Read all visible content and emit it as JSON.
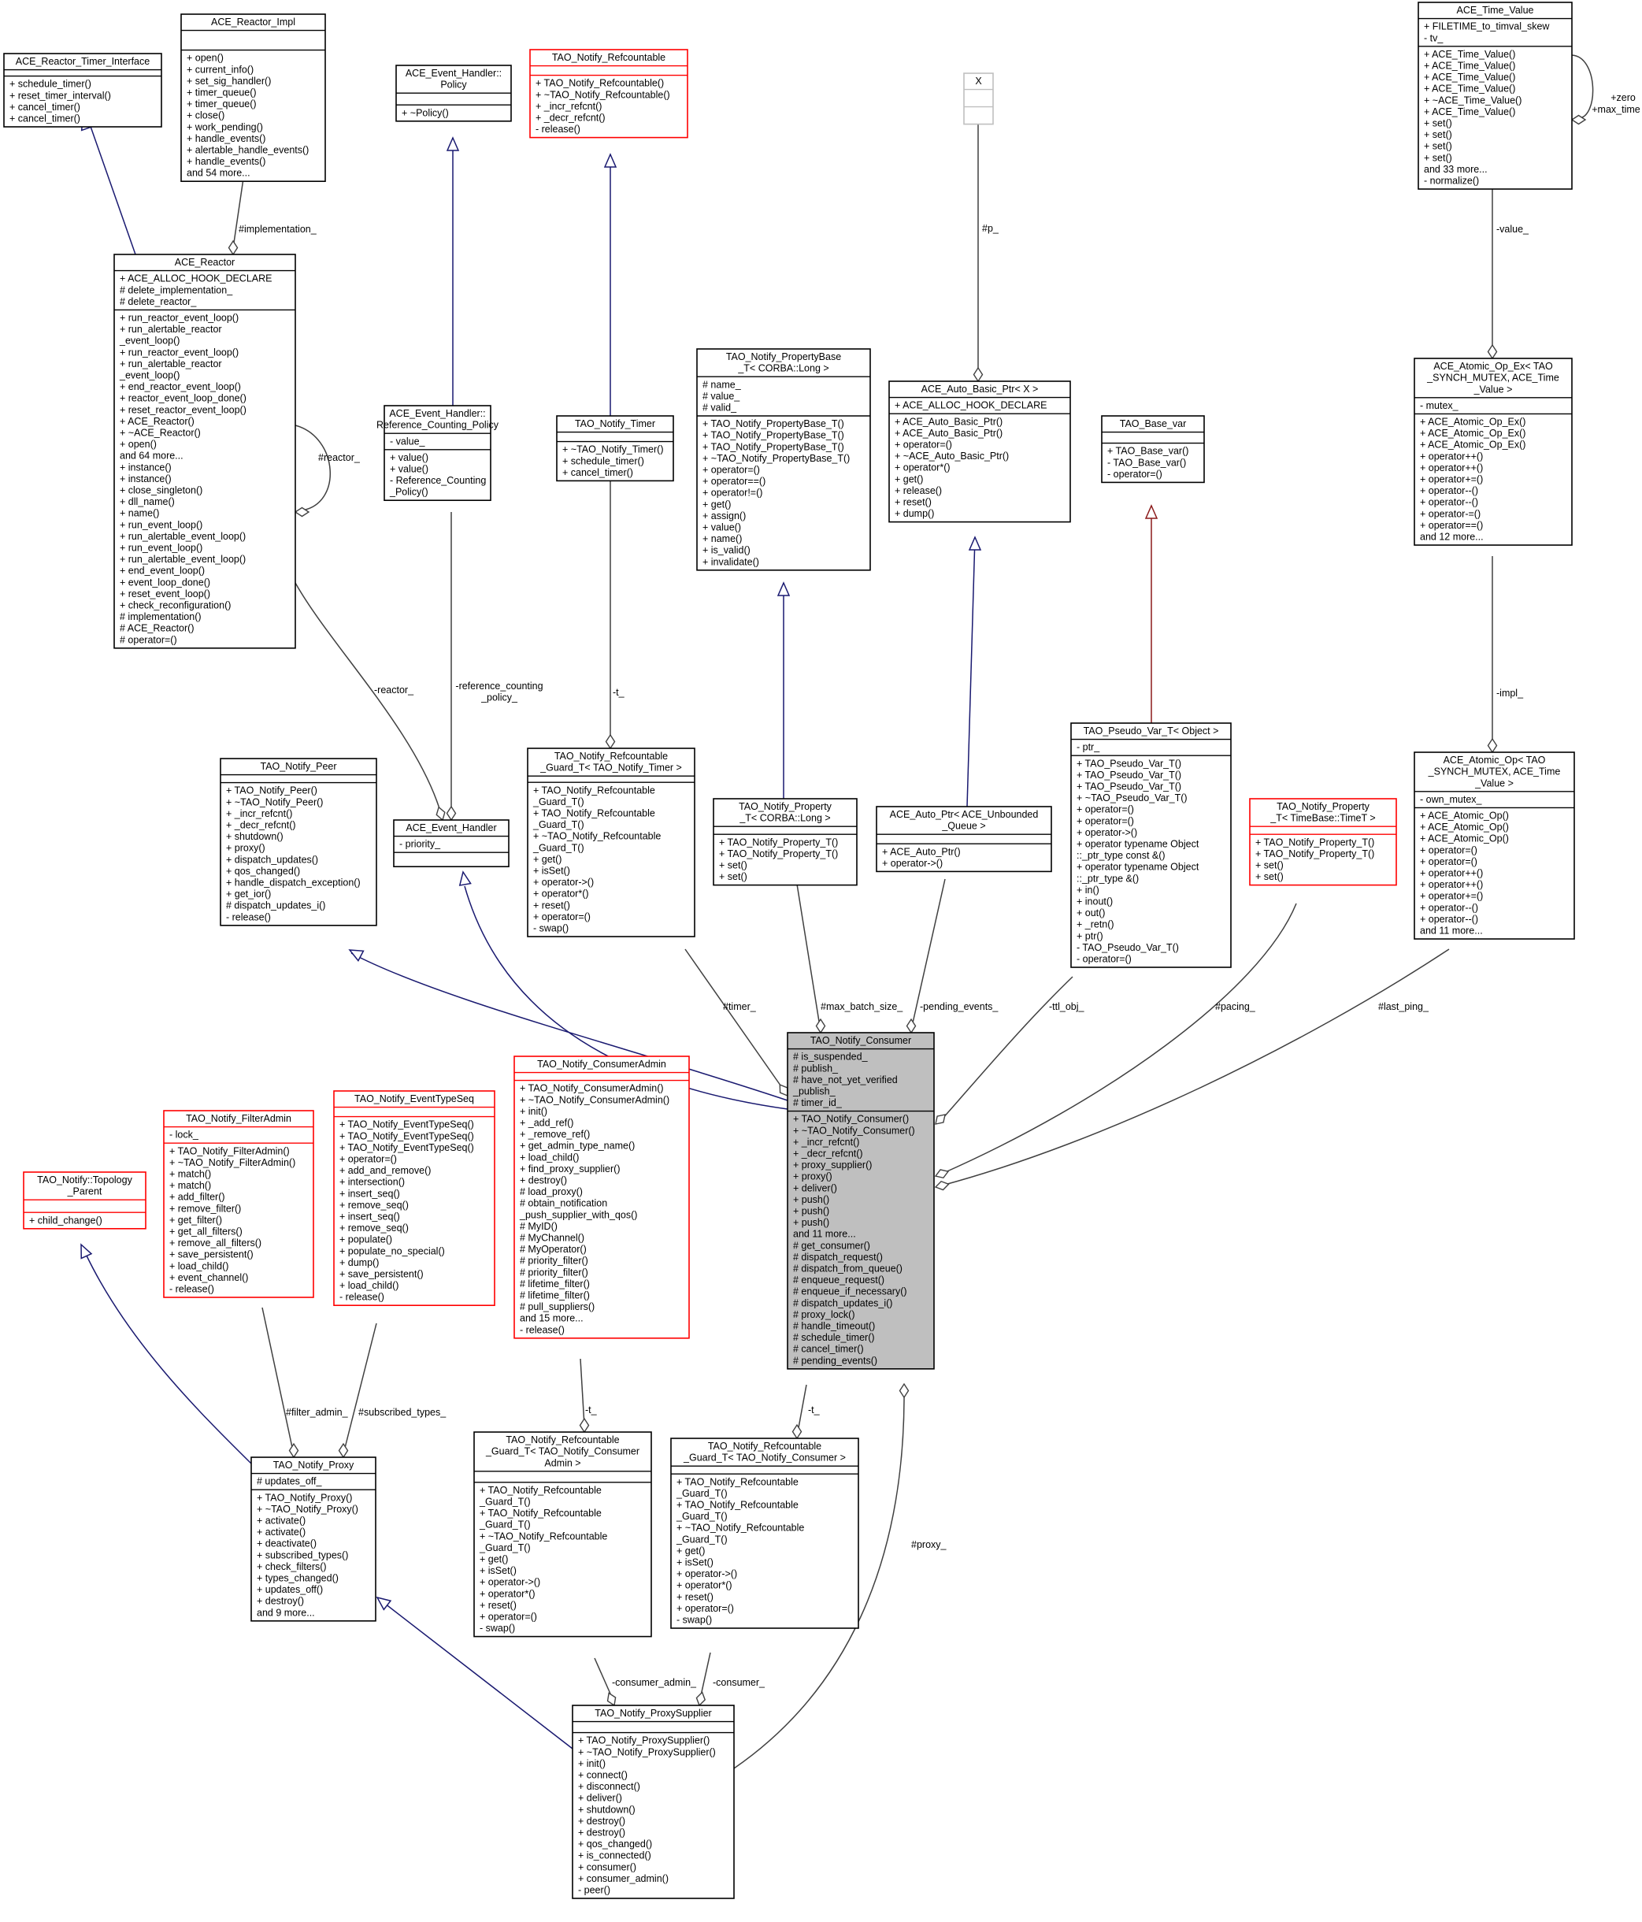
{
  "classes": {
    "reactor_timer_interface": {
      "title": [
        "ACE_Reactor_Timer_Interface"
      ],
      "attrs": [],
      "methods": [
        "+ schedule_timer()",
        "+ reset_timer_interval()",
        "+ cancel_timer()",
        "+ cancel_timer()"
      ]
    },
    "reactor_impl": {
      "title": [
        "ACE_Reactor_Impl"
      ],
      "attrs": [],
      "methods": [
        "+ open()",
        "+ current_info()",
        "+ set_sig_handler()",
        "+ timer_queue()",
        "+ timer_queue()",
        "+ close()",
        "+ work_pending()",
        "+ handle_events()",
        "+ alertable_handle_events()",
        "+ handle_events()",
        "and 54 more..."
      ]
    },
    "ace_reactor": {
      "title": [
        "ACE_Reactor"
      ],
      "attrs": [
        "+ ACE_ALLOC_HOOK_DECLARE",
        "# delete_implementation_",
        "# delete_reactor_"
      ],
      "methods": [
        "+ run_reactor_event_loop()",
        "+ run_alertable_reactor",
        "  _event_loop()",
        "+ run_reactor_event_loop()",
        "+ run_alertable_reactor",
        "  _event_loop()",
        "+ end_reactor_event_loop()",
        "+ reactor_event_loop_done()",
        "+ reset_reactor_event_loop()",
        "+ ACE_Reactor()",
        "+ ~ACE_Reactor()",
        "+ open()",
        "and 64 more...",
        "+ instance()",
        "+ instance()",
        "+ close_singleton()",
        "+ dll_name()",
        "+ name()",
        "+ run_event_loop()",
        "+ run_alertable_event_loop()",
        "+ run_event_loop()",
        "+ run_alertable_event_loop()",
        "+ end_event_loop()",
        "+ event_loop_done()",
        "+ reset_event_loop()",
        "+ check_reconfiguration()",
        "# implementation()",
        "# ACE_Reactor()",
        "# operator=()"
      ]
    },
    "eh_policy": {
      "title": [
        "ACE_Event_Handler::",
        "Policy"
      ],
      "attrs": [],
      "methods": [
        "+ ~Policy()"
      ]
    },
    "eh_refcount_policy": {
      "title": [
        "ACE_Event_Handler::",
        "Reference_Counting_Policy"
      ],
      "attrs": [
        "- value_"
      ],
      "methods": [
        "+ value()",
        "+ value()",
        "- Reference_Counting",
        "  _Policy()"
      ]
    },
    "notify_refcountable": {
      "title": [
        "TAO_Notify_Refcountable"
      ],
      "attrs": [],
      "methods": [
        "+ TAO_Notify_Refcountable()",
        "+ ~TAO_Notify_Refcountable()",
        "+ _incr_refcnt()",
        "+ _decr_refcnt()",
        "- release()"
      ]
    },
    "notify_timer": {
      "title": [
        "TAO_Notify_Timer"
      ],
      "attrs": [],
      "methods": [
        "+ ~TAO_Notify_Timer()",
        "+ schedule_timer()",
        "+ cancel_timer()"
      ]
    },
    "property_base": {
      "title": [
        "TAO_Notify_PropertyBase",
        "_T< CORBA::Long >"
      ],
      "attrs": [
        "# name_",
        "# value_",
        "# valid_"
      ],
      "methods": [
        "+ TAO_Notify_PropertyBase_T()",
        "+ TAO_Notify_PropertyBase_T()",
        "+ TAO_Notify_PropertyBase_T()",
        "+ ~TAO_Notify_PropertyBase_T()",
        "+ operator=()",
        "+ operator==()",
        "+ operator!=()",
        "+ get()",
        "+ assign()",
        "+ value()",
        "+ name()",
        "+ is_valid()",
        "+ invalidate()"
      ]
    },
    "x_param": {
      "title": [
        "X"
      ],
      "attrs": [],
      "methods": []
    },
    "auto_basic_ptr": {
      "title": [
        "ACE_Auto_Basic_Ptr< X >"
      ],
      "attrs": [
        "+ ACE_ALLOC_HOOK_DECLARE"
      ],
      "methods": [
        "+ ACE_Auto_Basic_Ptr()",
        "+ ACE_Auto_Basic_Ptr()",
        "+ operator=()",
        "+ ~ACE_Auto_Basic_Ptr()",
        "+ operator*()",
        "+ get()",
        "+ release()",
        "+ reset()",
        "+ dump()"
      ]
    },
    "base_var": {
      "title": [
        "TAO_Base_var"
      ],
      "attrs": [],
      "methods": [
        "+ TAO_Base_var()",
        "- TAO_Base_var()",
        "- operator=()"
      ]
    },
    "time_value": {
      "title": [
        "ACE_Time_Value"
      ],
      "attrs": [
        "+ FILETIME_to_timval_skew",
        "- tv_"
      ],
      "methods": [
        "+ ACE_Time_Value()",
        "+ ACE_Time_Value()",
        "+ ACE_Time_Value()",
        "+ ACE_Time_Value()",
        "+ ~ACE_Time_Value()",
        "+ ACE_Time_Value()",
        "+ set()",
        "+ set()",
        "+ set()",
        "+ set()",
        "and 33 more...",
        "- normalize()"
      ]
    },
    "atomic_op_ex": {
      "title": [
        "ACE_Atomic_Op_Ex< TAO",
        "_SYNCH_MUTEX, ACE_Time",
        "_Value >"
      ],
      "attrs": [
        "- mutex_"
      ],
      "methods": [
        "+ ACE_Atomic_Op_Ex()",
        "+ ACE_Atomic_Op_Ex()",
        "+ ACE_Atomic_Op_Ex()",
        "+ operator++()",
        "+ operator++()",
        "+ operator+=()",
        "+ operator--()",
        "+ operator--()",
        "+ operator-=()",
        "+ operator==()",
        "and 12 more..."
      ]
    },
    "notify_peer": {
      "title": [
        "TAO_Notify_Peer"
      ],
      "attrs": [],
      "methods": [
        "+ TAO_Notify_Peer()",
        "+ ~TAO_Notify_Peer()",
        "+ _incr_refcnt()",
        "+ _decr_refcnt()",
        "+ shutdown()",
        "+ proxy()",
        "+ dispatch_updates()",
        "+ qos_changed()",
        "+ handle_dispatch_exception()",
        "+ get_ior()",
        "# dispatch_updates_i()",
        "- release()"
      ]
    },
    "event_handler": {
      "title": [
        "ACE_Event_Handler"
      ],
      "attrs": [
        "- priority_"
      ],
      "methods": []
    },
    "refcountable_guard_timer": {
      "title": [
        "TAO_Notify_Refcountable",
        "_Guard_T< TAO_Notify_Timer >"
      ],
      "attrs": [],
      "methods": [
        "+ TAO_Notify_Refcountable",
        "  _Guard_T()",
        "+ TAO_Notify_Refcountable",
        "  _Guard_T()",
        "+ ~TAO_Notify_Refcountable",
        "  _Guard_T()",
        "+ get()",
        "+ isSet()",
        "+ operator->()",
        "+ operator*()",
        "+ reset()",
        "+ operator=()",
        "- swap()"
      ]
    },
    "property_long": {
      "title": [
        "TAO_Notify_Property",
        "_T< CORBA::Long >"
      ],
      "attrs": [],
      "methods": [
        "+ TAO_Notify_Property_T()",
        "+ TAO_Notify_Property_T()",
        "+ set()",
        "+ set()"
      ]
    },
    "auto_ptr_queue": {
      "title": [
        "ACE_Auto_Ptr< ACE_Unbounded",
        "_Queue >"
      ],
      "attrs": [],
      "methods": [
        "+ ACE_Auto_Ptr()",
        "+ operator->()"
      ]
    },
    "pseudo_var": {
      "title": [
        "TAO_Pseudo_Var_T< Object >"
      ],
      "attrs": [
        "- ptr_"
      ],
      "methods": [
        "+ TAO_Pseudo_Var_T()",
        "+ TAO_Pseudo_Var_T()",
        "+ TAO_Pseudo_Var_T()",
        "+ ~TAO_Pseudo_Var_T()",
        "+ operator=()",
        "+ operator=()",
        "+ operator->()",
        "+ operator typename Object",
        "  ::_ptr_type const &()",
        "+ operator typename Object",
        "  ::_ptr_type &()",
        "+ in()",
        "+ inout()",
        "+ out()",
        "+ _retn()",
        "+ ptr()",
        "- TAO_Pseudo_Var_T()",
        "- operator=()"
      ]
    },
    "property_timet": {
      "title": [
        "TAO_Notify_Property",
        "_T< TimeBase::TimeT >"
      ],
      "attrs": [],
      "methods": [
        "+ TAO_Notify_Property_T()",
        "+ TAO_Notify_Property_T()",
        "+ set()",
        "+ set()"
      ]
    },
    "atomic_op": {
      "title": [
        "ACE_Atomic_Op< TAO",
        "_SYNCH_MUTEX, ACE_Time",
        "_Value >"
      ],
      "attrs": [
        "- own_mutex_"
      ],
      "methods": [
        "+ ACE_Atomic_Op()",
        "+ ACE_Atomic_Op()",
        "+ ACE_Atomic_Op()",
        "+ operator=()",
        "+ operator=()",
        "+ operator++()",
        "+ operator++()",
        "+ operator+=()",
        "+ operator--()",
        "+ operator--()",
        "and 11 more..."
      ]
    },
    "notify_consumer": {
      "title": [
        "TAO_Notify_Consumer"
      ],
      "attrs": [
        "# is_suspended_",
        "# publish_",
        "# have_not_yet_verified",
        "  _publish_",
        "# timer_id_"
      ],
      "methods": [
        "+ TAO_Notify_Consumer()",
        "+ ~TAO_Notify_Consumer()",
        "+ _incr_refcnt()",
        "+ _decr_refcnt()",
        "+ proxy_supplier()",
        "+ proxy()",
        "+ deliver()",
        "+ push()",
        "+ push()",
        "+ push()",
        "and 11 more...",
        "# get_consumer()",
        "# dispatch_request()",
        "# dispatch_from_queue()",
        "# enqueue_request()",
        "# enqueue_if_necessary()",
        "# dispatch_updates_i()",
        "# proxy_lock()",
        "# handle_timeout()",
        "# schedule_timer()",
        "# cancel_timer()",
        "# pending_events()"
      ]
    },
    "topology_parent": {
      "title": [
        "TAO_Notify::Topology",
        "_Parent"
      ],
      "attrs": [],
      "methods": [
        "+ child_change()"
      ]
    },
    "filter_admin": {
      "title": [
        "TAO_Notify_FilterAdmin"
      ],
      "attrs": [
        "- lock_"
      ],
      "methods": [
        "+ TAO_Notify_FilterAdmin()",
        "+ ~TAO_Notify_FilterAdmin()",
        "+ match()",
        "+ match()",
        "+ add_filter()",
        "+ remove_filter()",
        "+ get_filter()",
        "+ get_all_filters()",
        "+ remove_all_filters()",
        "+ save_persistent()",
        "+ load_child()",
        "+ event_channel()",
        "- release()"
      ]
    },
    "event_type_seq": {
      "title": [
        "TAO_Notify_EventTypeSeq"
      ],
      "attrs": [],
      "methods": [
        "+ TAO_Notify_EventTypeSeq()",
        "+ TAO_Notify_EventTypeSeq()",
        "+ TAO_Notify_EventTypeSeq()",
        "+ operator=()",
        "+ add_and_remove()",
        "+ intersection()",
        "+ insert_seq()",
        "+ remove_seq()",
        "+ insert_seq()",
        "+ remove_seq()",
        "+ populate()",
        "+ populate_no_special()",
        "+ dump()",
        "+ save_persistent()",
        "+ load_child()",
        "- release()"
      ]
    },
    "consumer_admin": {
      "title": [
        "TAO_Notify_ConsumerAdmin"
      ],
      "attrs": [],
      "methods": [
        "+ TAO_Notify_ConsumerAdmin()",
        "+ ~TAO_Notify_ConsumerAdmin()",
        "+ init()",
        "+ _add_ref()",
        "+ _remove_ref()",
        "+ get_admin_type_name()",
        "+ load_child()",
        "+ find_proxy_supplier()",
        "+ destroy()",
        "# load_proxy()",
        "# obtain_notification",
        "  _push_supplier_with_qos()",
        "# MyID()",
        "# MyChannel()",
        "# MyOperator()",
        "# priority_filter()",
        "# priority_filter()",
        "# lifetime_filter()",
        "# lifetime_filter()",
        "# pull_suppliers()",
        "and 15 more...",
        "- release()"
      ]
    },
    "notify_proxy": {
      "title": [
        "TAO_Notify_Proxy"
      ],
      "attrs": [
        "# updates_off_"
      ],
      "methods": [
        "+ TAO_Notify_Proxy()",
        "+ ~TAO_Notify_Proxy()",
        "+ activate()",
        "+ activate()",
        "+ deactivate()",
        "+ subscribed_types()",
        "+ check_filters()",
        "+ types_changed()",
        "+ updates_off()",
        "+ destroy()",
        "and 9 more..."
      ]
    },
    "refcountable_guard_admin": {
      "title": [
        "TAO_Notify_Refcountable",
        "_Guard_T< TAO_Notify_Consumer",
        "Admin >"
      ],
      "attrs": [],
      "methods": [
        "+ TAO_Notify_Refcountable",
        "  _Guard_T()",
        "+ TAO_Notify_Refcountable",
        "  _Guard_T()",
        "+ ~TAO_Notify_Refcountable",
        "  _Guard_T()",
        "+ get()",
        "+ isSet()",
        "+ operator->()",
        "+ operator*()",
        "+ reset()",
        "+ operator=()",
        "- swap()"
      ]
    },
    "refcountable_guard_consumer": {
      "title": [
        "TAO_Notify_Refcountable",
        "_Guard_T< TAO_Notify_Consumer >"
      ],
      "attrs": [],
      "methods": [
        "+ TAO_Notify_Refcountable",
        "  _Guard_T()",
        "+ TAO_Notify_Refcountable",
        "  _Guard_T()",
        "+ ~TAO_Notify_Refcountable",
        "  _Guard_T()",
        "+ get()",
        "+ isSet()",
        "+ operator->()",
        "+ operator*()",
        "+ reset()",
        "+ operator=()",
        "- swap()"
      ]
    },
    "proxy_supplier": {
      "title": [
        "TAO_Notify_ProxySupplier"
      ],
      "attrs": [],
      "methods": [
        "+ TAO_Notify_ProxySupplier()",
        "+ ~TAO_Notify_ProxySupplier()",
        "+ init()",
        "+ connect()",
        "+ disconnect()",
        "+ deliver()",
        "+ shutdown()",
        "+ destroy()",
        "+ destroy()",
        "+ qos_changed()",
        "+ is_connected()",
        "+ consumer()",
        "+ consumer_admin()",
        "- peer()"
      ]
    }
  },
  "edge_labels": {
    "implementation": "#implementation_",
    "reactor_self": "#reactor_",
    "reactor": "-reactor_",
    "reference_counting_policy": [
      "-reference_counting",
      "_policy_"
    ],
    "t_timer": "-t_",
    "p": "#p_",
    "value": "-value_",
    "zero": "+zero",
    "max_time": "+max_time",
    "impl": "-impl_",
    "timer": "#timer_",
    "max_batch_size": "#max_batch_size_",
    "pending_events": "-pending_events_",
    "ttl_obj": "-ttl_obj_",
    "pacing": "#pacing_",
    "last_ping": "#last_ping_",
    "filter_admin": "#filter_admin_",
    "subscribed_types": "#subscribed_types_",
    "t_admin": "-t_",
    "t_consumer": "-t_",
    "proxy": "#proxy_",
    "consumer_admin": "-consumer_admin_",
    "consumer": "-consumer_"
  },
  "colors": {
    "inheritance": "#191970",
    "template": "#8b1a1a",
    "usage": "#404040",
    "focus_fill": "#bfbfbf",
    "red_border": "#ff0000"
  }
}
